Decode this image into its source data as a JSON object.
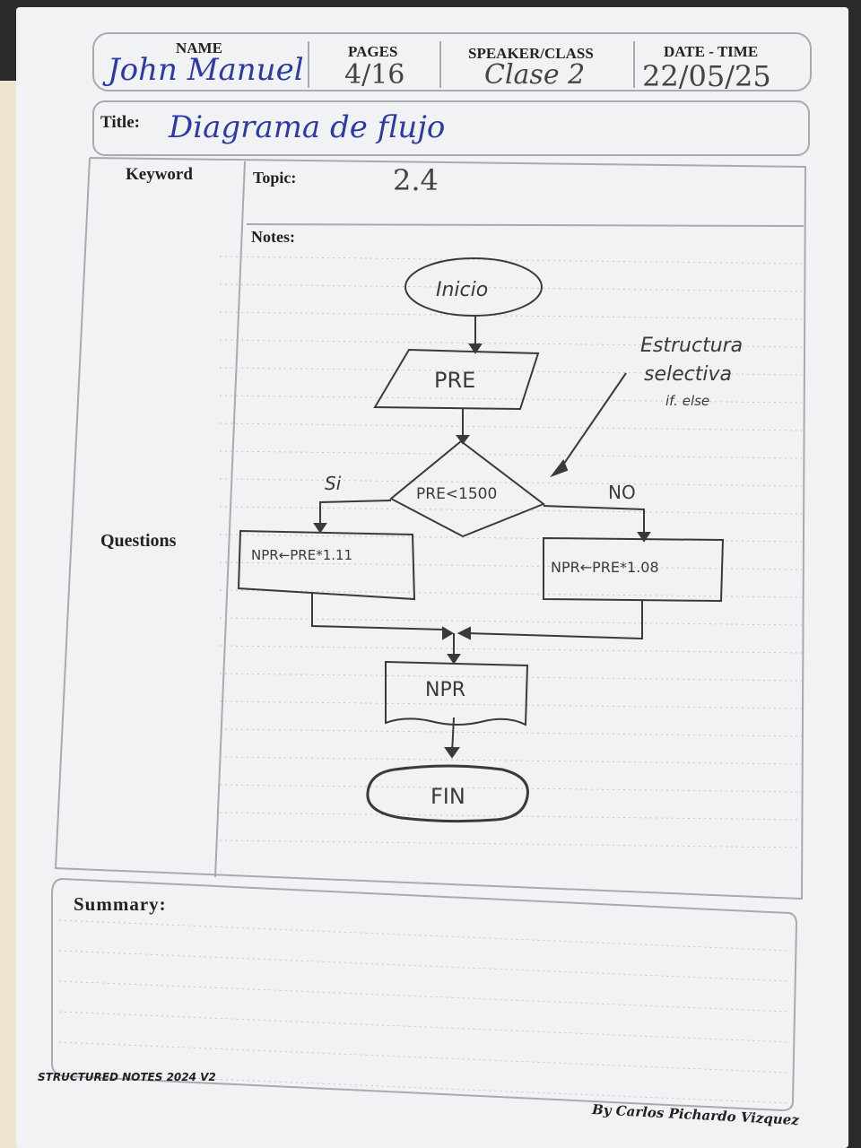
{
  "header": {
    "name_label": "NAME",
    "name_value": "John Manuel",
    "pages_label": "PAGES",
    "pages_value": "4/16",
    "speaker_label": "SPEAKER/CLASS",
    "speaker_value": "Clase 2",
    "date_label": "DATE - TIME",
    "date_value": "22/05/25"
  },
  "title": {
    "label": "Title:",
    "value": "Diagrama de flujo"
  },
  "columns": {
    "keyword_label": "Keyword",
    "questions_label": "Questions"
  },
  "topic": {
    "label": "Topic:",
    "value": "2.4"
  },
  "notes": {
    "label": "Notes:",
    "flowchart": {
      "start": "Inicio",
      "input": "PRE",
      "decision": "PRE<1500",
      "yes_label": "Si",
      "no_label": "NO",
      "yes_process": "NPR←PRE*1.11",
      "no_process": "NPR←PRE*1.08",
      "output": "NPR",
      "end": "FIN",
      "annotation": [
        "Estructura",
        "selectiva",
        "if. else"
      ]
    }
  },
  "summary": {
    "label": "Summary:"
  },
  "footer": {
    "brand": "STRUCTURED NOTES 2024 V2",
    "author": "By Carlos Pichardo Vizquez"
  },
  "colors": {
    "ink_blue": "#2c3aa8",
    "pencil": "#444444",
    "rule_gray": "#a9aab0"
  }
}
